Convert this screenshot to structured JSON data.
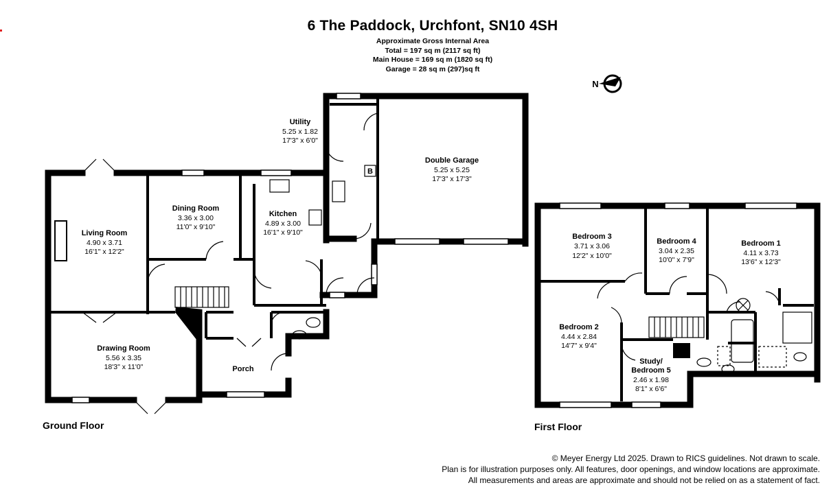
{
  "header": {
    "title": "6 The Paddock, Urchfont, SN10 4SH",
    "area_heading": "Approximate Gross Internal Area",
    "total": "Total = 197 sq m (2117 sq ft)",
    "main_house": "Main House = 169 sq m (1820 sq ft)",
    "garage": "Garage = 28 sq m (297)sq ft"
  },
  "compass": {
    "label": "N",
    "icon": "north-arrow-icon"
  },
  "rooms": {
    "utility": {
      "name": "Utility",
      "metric": "5.25 x 1.82",
      "imperial": "17'3\" x 6'0\""
    },
    "double_garage": {
      "name": "Double Garage",
      "metric": "5.25 x 5.25",
      "imperial": "17'3\" x 17'3\""
    },
    "living_room": {
      "name": "Living Room",
      "metric": "4.90 x 3.71",
      "imperial": "16'1\" x 12'2\""
    },
    "dining_room": {
      "name": "Dining Room",
      "metric": "3.36 x 3.00",
      "imperial": "11'0\" x 9'10\""
    },
    "kitchen": {
      "name": "Kitchen",
      "metric": "4.89 x 3.00",
      "imperial": "16'1\" x 9'10\""
    },
    "drawing_room": {
      "name": "Drawing Room",
      "metric": "5.56 x 3.35",
      "imperial": "18'3\" x 11'0\""
    },
    "porch": {
      "name": "Porch"
    },
    "bedroom3": {
      "name": "Bedroom 3",
      "metric": "3.71 x 3.06",
      "imperial": "12'2\" x 10'0\""
    },
    "bedroom4": {
      "name": "Bedroom 4",
      "metric": "3.04 x 2.35",
      "imperial": "10'0\" x 7'9\""
    },
    "bedroom1": {
      "name": "Bedroom 1",
      "metric": "4.11 x 3.73",
      "imperial": "13'6\" x 12'3\""
    },
    "bedroom2": {
      "name": "Bedroom 2",
      "metric": "4.44 x 2.84",
      "imperial": "14'7\" x 9'4\""
    },
    "study": {
      "name": "Study/",
      "name2": "Bedroom 5",
      "metric": "2.46 x 1.98",
      "imperial": "8'1\" x 6'6\""
    },
    "boiler": {
      "name": "B"
    }
  },
  "floors": {
    "ground": "Ground Floor",
    "first": "First Floor"
  },
  "footer": {
    "line1": "© Meyer Energy Ltd 2025. Drawn to RICS guidelines.  Not drawn to scale.",
    "line2": "Plan is for illustration purposes only. All features, door openings, and window locations are approximate.",
    "line3": "All measurements and areas are approximate and should not be relied on as a statement of fact."
  }
}
